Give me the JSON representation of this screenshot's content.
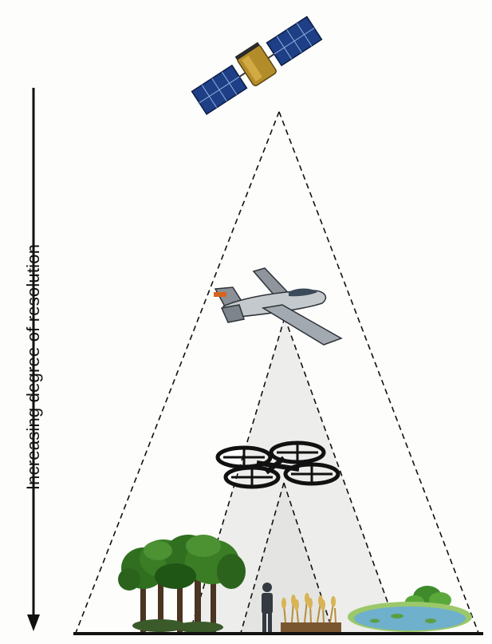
{
  "axis_label": "Increasing degree of resolution",
  "platforms": [
    {
      "name": "satellite",
      "icon": "satellite-icon"
    },
    {
      "name": "aircraft",
      "icon": "airplane-icon"
    },
    {
      "name": "drone",
      "icon": "quadcopter-drone-icon"
    },
    {
      "name": "ground-observer",
      "icon": "person-icon"
    }
  ],
  "ground_features": [
    "trees",
    "grass",
    "pond"
  ],
  "colors": {
    "cone_fill": "#ececea",
    "inner_cone_fill": "#e2e2e0",
    "dashed_line": "#111111",
    "tree_green": "#2f6f1f",
    "water_blue": "#6fb0cc",
    "satellite_panel": "#1e3f86",
    "satellite_body": "#b38c2a"
  }
}
